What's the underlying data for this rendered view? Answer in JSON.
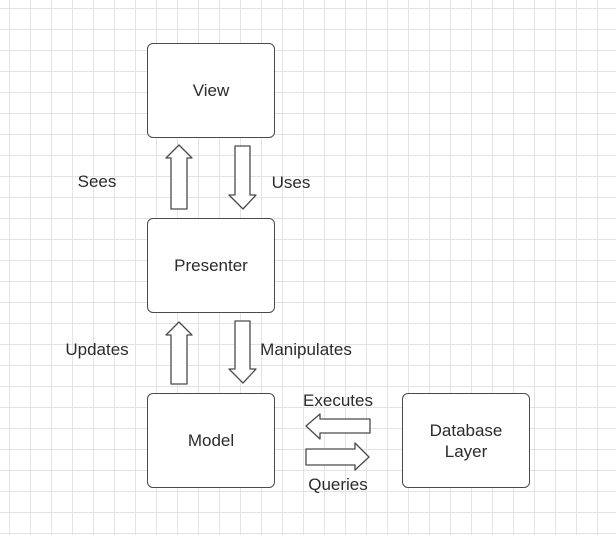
{
  "diagram": {
    "nodes": {
      "view": {
        "label": "View"
      },
      "presenter": {
        "label": "Presenter"
      },
      "model": {
        "label": "Model"
      },
      "database": {
        "label": "Database\nLayer"
      }
    },
    "edges": {
      "sees": {
        "label": "Sees",
        "from": "presenter",
        "to": "view"
      },
      "uses": {
        "label": "Uses",
        "from": "view",
        "to": "presenter"
      },
      "updates": {
        "label": "Updates",
        "from": "model",
        "to": "presenter"
      },
      "manipulates": {
        "label": "Manipulates",
        "from": "presenter",
        "to": "model"
      },
      "executes": {
        "label": "Executes",
        "from": "database",
        "to": "model"
      },
      "queries": {
        "label": "Queries",
        "from": "model",
        "to": "database"
      }
    }
  },
  "colors": {
    "stroke": "#4a4a4a",
    "text": "#2b2b2b",
    "grid": "#e3e3e3",
    "background": "#ffffff"
  }
}
